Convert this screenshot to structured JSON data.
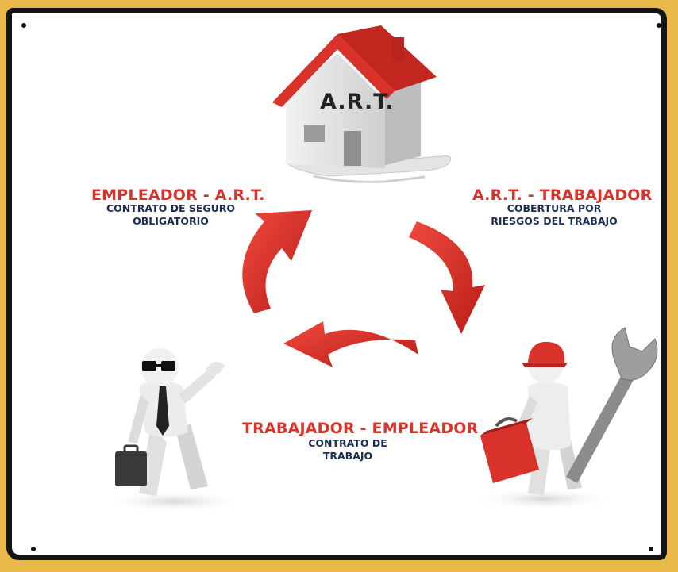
{
  "house": {
    "label": "A.R.T."
  },
  "relations": [
    {
      "title": "EMPLEADOR  - A.R.T.",
      "line1": "CONTRATO DE  SEGURO",
      "line2": "OBLIGATORIO"
    },
    {
      "title": "A.R.T. - TRABAJADOR",
      "line1": "COBERTURA POR",
      "line2": "RIESGOS DEL TRABAJO"
    },
    {
      "title": "TRABAJADOR - EMPLEADOR",
      "line1": "CONTRATO DE",
      "line2": "TRABAJO"
    }
  ],
  "icons": [
    "house-icon",
    "businessman-icon",
    "worker-icon",
    "wrench-icon",
    "toolbox-icon",
    "briefcase-icon"
  ],
  "colors": {
    "accent": "#d8322a",
    "text_dark": "#1c2c54",
    "frame": "#141414",
    "border_bg": "#e8b84a"
  }
}
